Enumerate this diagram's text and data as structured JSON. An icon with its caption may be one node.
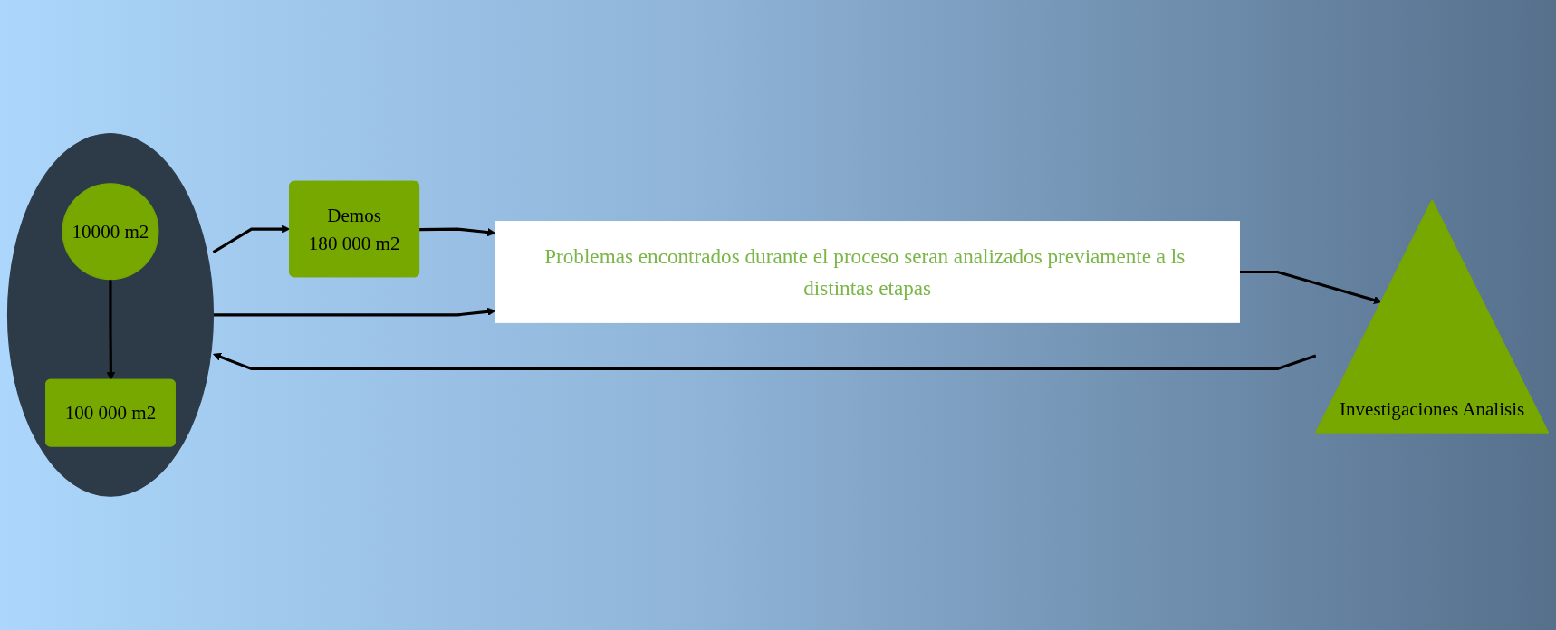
{
  "diagram": {
    "nodes": [
      {
        "text": [
          "Investigaciones Analisis"
        ]
      },
      {
        "text": [],
        "shape": "ellipse"
      },
      {
        "text": [
          "10000 m2"
        ],
        "in": 1
      },
      {
        "text": [
          "100 000 m2"
        ],
        "in": 1
      },
      {
        "text": [
          "Demos",
          "180 000 m2"
        ]
      },
      {
        "text": [
          "Problemas encontrados durante el proceso seran analizados previamente a ls distintas etapas"
        ]
      }
    ],
    "edges": [
      {
        "from": 0,
        "to": 1,
        "arrow": "to"
      },
      {
        "from": 2,
        "to": 3,
        "arrow": "to"
      },
      {
        "from": 1,
        "to": 4,
        "arrow": "to"
      },
      {
        "from": 1,
        "to": 5,
        "arrow": "to"
      },
      {
        "from": 4,
        "to": 5,
        "arrow": "to"
      },
      {
        "from": 5,
        "to": 0,
        "arrow": "to"
      }
    ]
  }
}
